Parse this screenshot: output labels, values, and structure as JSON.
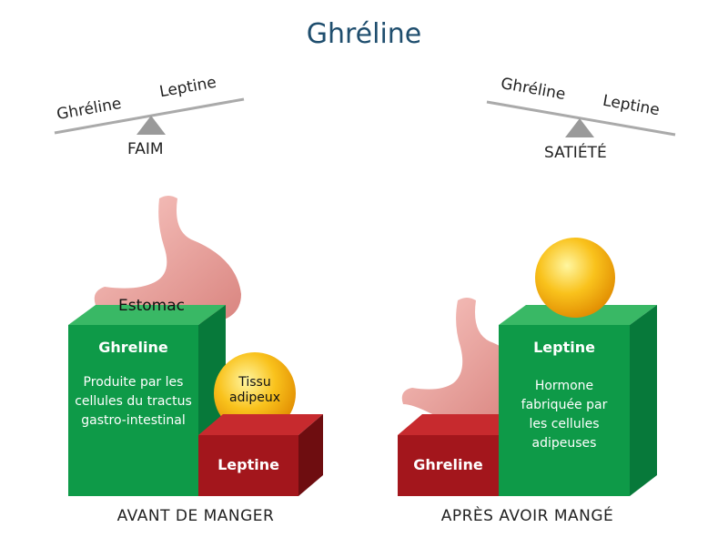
{
  "title": "Ghréline",
  "left": {
    "scale": {
      "left_label": "Ghréline",
      "right_label": "Leptine",
      "state": "FAIM"
    },
    "stomach_label": "Estomac",
    "fat_label_line1": "Tissu",
    "fat_label_line2": "adipeux",
    "tall_box": {
      "title": "Ghreline",
      "text": "Produite par les cellules du tractus gastro-intestinal"
    },
    "short_box": {
      "title": "Leptine"
    },
    "caption": "AVANT DE MANGER"
  },
  "right": {
    "scale": {
      "left_label": "Ghréline",
      "right_label": "Leptine",
      "state": "SATIÉTÉ"
    },
    "tall_box": {
      "title": "Leptine",
      "text": "Hormone fabriquée par les cellules adipeuses"
    },
    "short_box": {
      "title": "Ghreline"
    },
    "caption": "APRÈS AVOIR MANGÉ"
  },
  "colors": {
    "title": "#1f4e6e",
    "green": "#0e9a48",
    "red": "#a3161c",
    "fat": "#f6b814",
    "stomach": "#f2a5a0"
  }
}
